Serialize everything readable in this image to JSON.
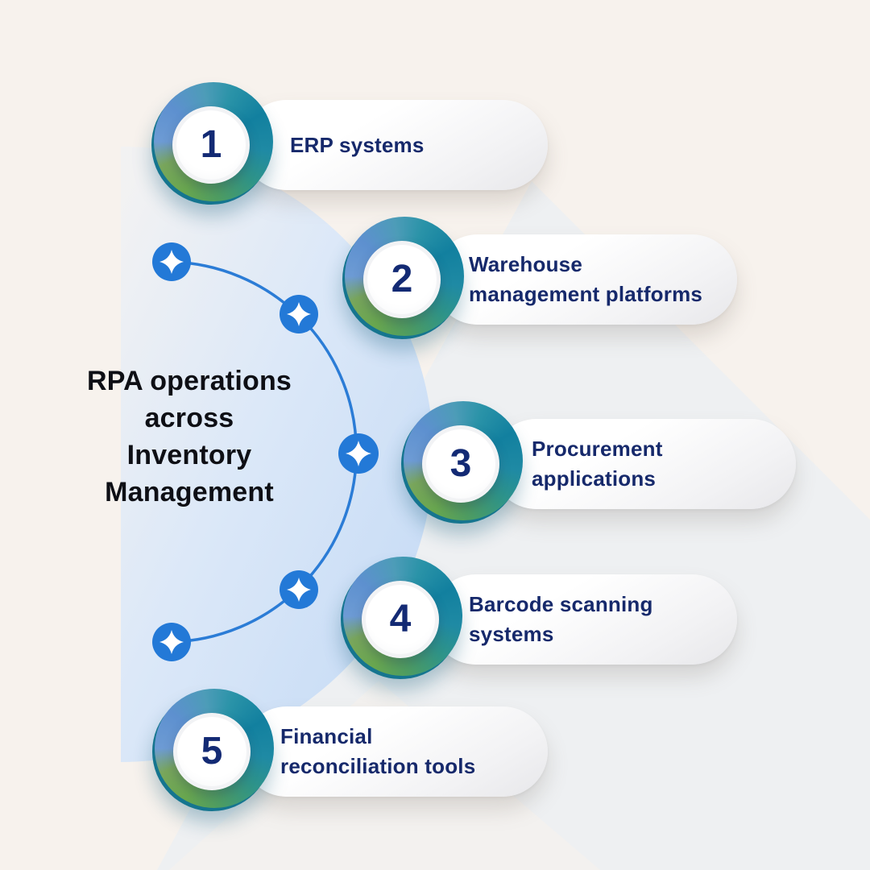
{
  "title": "RPA operations\nacross\nInventory\nManagement",
  "items": [
    {
      "number": "1",
      "label": "ERP systems"
    },
    {
      "number": "2",
      "label": "Warehouse\nmanagement platforms"
    },
    {
      "number": "3",
      "label": "Procurement\napplications"
    },
    {
      "number": "4",
      "label": "Barcode scanning\nsystems"
    },
    {
      "number": "5",
      "label": "Financial\nreconciliation tools"
    }
  ],
  "decorations": {
    "connector": "semi-circular arc",
    "node_icon": "sparkle-icon",
    "node_count": 5
  },
  "colors": {
    "background_cream": "#f7f2ed",
    "background_gray_wedge": "#eef0f2",
    "background_blue_glow": "#cbdff7",
    "arc_blue": "#2b7cd6",
    "sparkle_node_blue": "#2379d7",
    "label_navy": "#16296b",
    "title_black": "#0e0f15",
    "ring_green": "#6aa84f",
    "ring_blue": "#5d90cf",
    "ring_teal": "#12809f",
    "card_white": "#ffffff"
  }
}
